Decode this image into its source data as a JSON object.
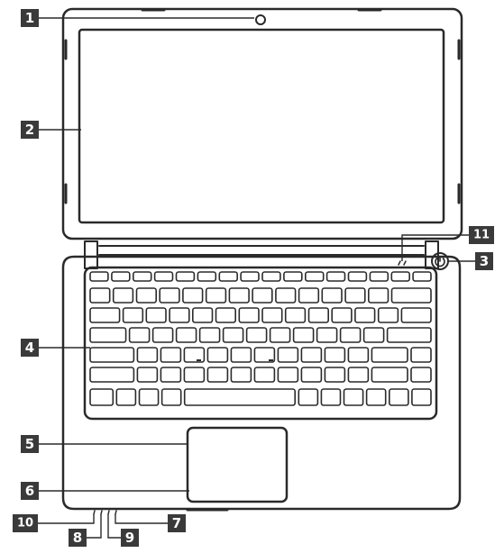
{
  "callouts": [
    {
      "id": "1",
      "text": "1"
    },
    {
      "id": "2",
      "text": "2"
    },
    {
      "id": "3",
      "text": "3"
    },
    {
      "id": "4",
      "text": "4"
    },
    {
      "id": "5",
      "text": "5"
    },
    {
      "id": "6",
      "text": "6"
    },
    {
      "id": "7",
      "text": "7"
    },
    {
      "id": "8",
      "text": "8"
    },
    {
      "id": "9",
      "text": "9"
    },
    {
      "id": "10",
      "text": "10"
    },
    {
      "id": "11",
      "text": "11"
    }
  ],
  "colors": {
    "outline": "#2a2a2a",
    "callout_fill": "#3a3a3a",
    "background": "#ffffff"
  },
  "keyboard": {
    "rows": 7
  }
}
